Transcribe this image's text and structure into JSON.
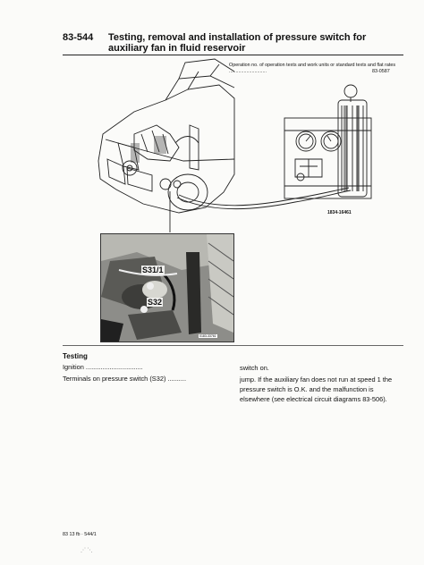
{
  "header": {
    "section_number": "83-544",
    "title": "Testing, removal and installation of pressure switch for auxiliary fan in fluid reservoir"
  },
  "operation": {
    "text": "Operation no. of operation texts and work units or standard texts and flat rates",
    "dots": "............................",
    "value": "83-0587"
  },
  "figure": {
    "drawing_code": "1834-16461",
    "photo_code": "0183-33761",
    "callouts": [
      "S31/1",
      "S32"
    ]
  },
  "testing": {
    "heading": "Testing",
    "rows": [
      {
        "label": "Ignition",
        "dots": "...............................",
        "value": "switch on."
      },
      {
        "label": "Terminals on pressure switch (S32)",
        "dots": "..........",
        "value": "jump. If the auxiliary fan does not run at speed 1 the pressure switch is O.K. and the malfunction is elsewhere (see electrical circuit diagrams 83-506)."
      }
    ]
  },
  "footer": {
    "page_code": "83 13 fb · 544/1"
  }
}
